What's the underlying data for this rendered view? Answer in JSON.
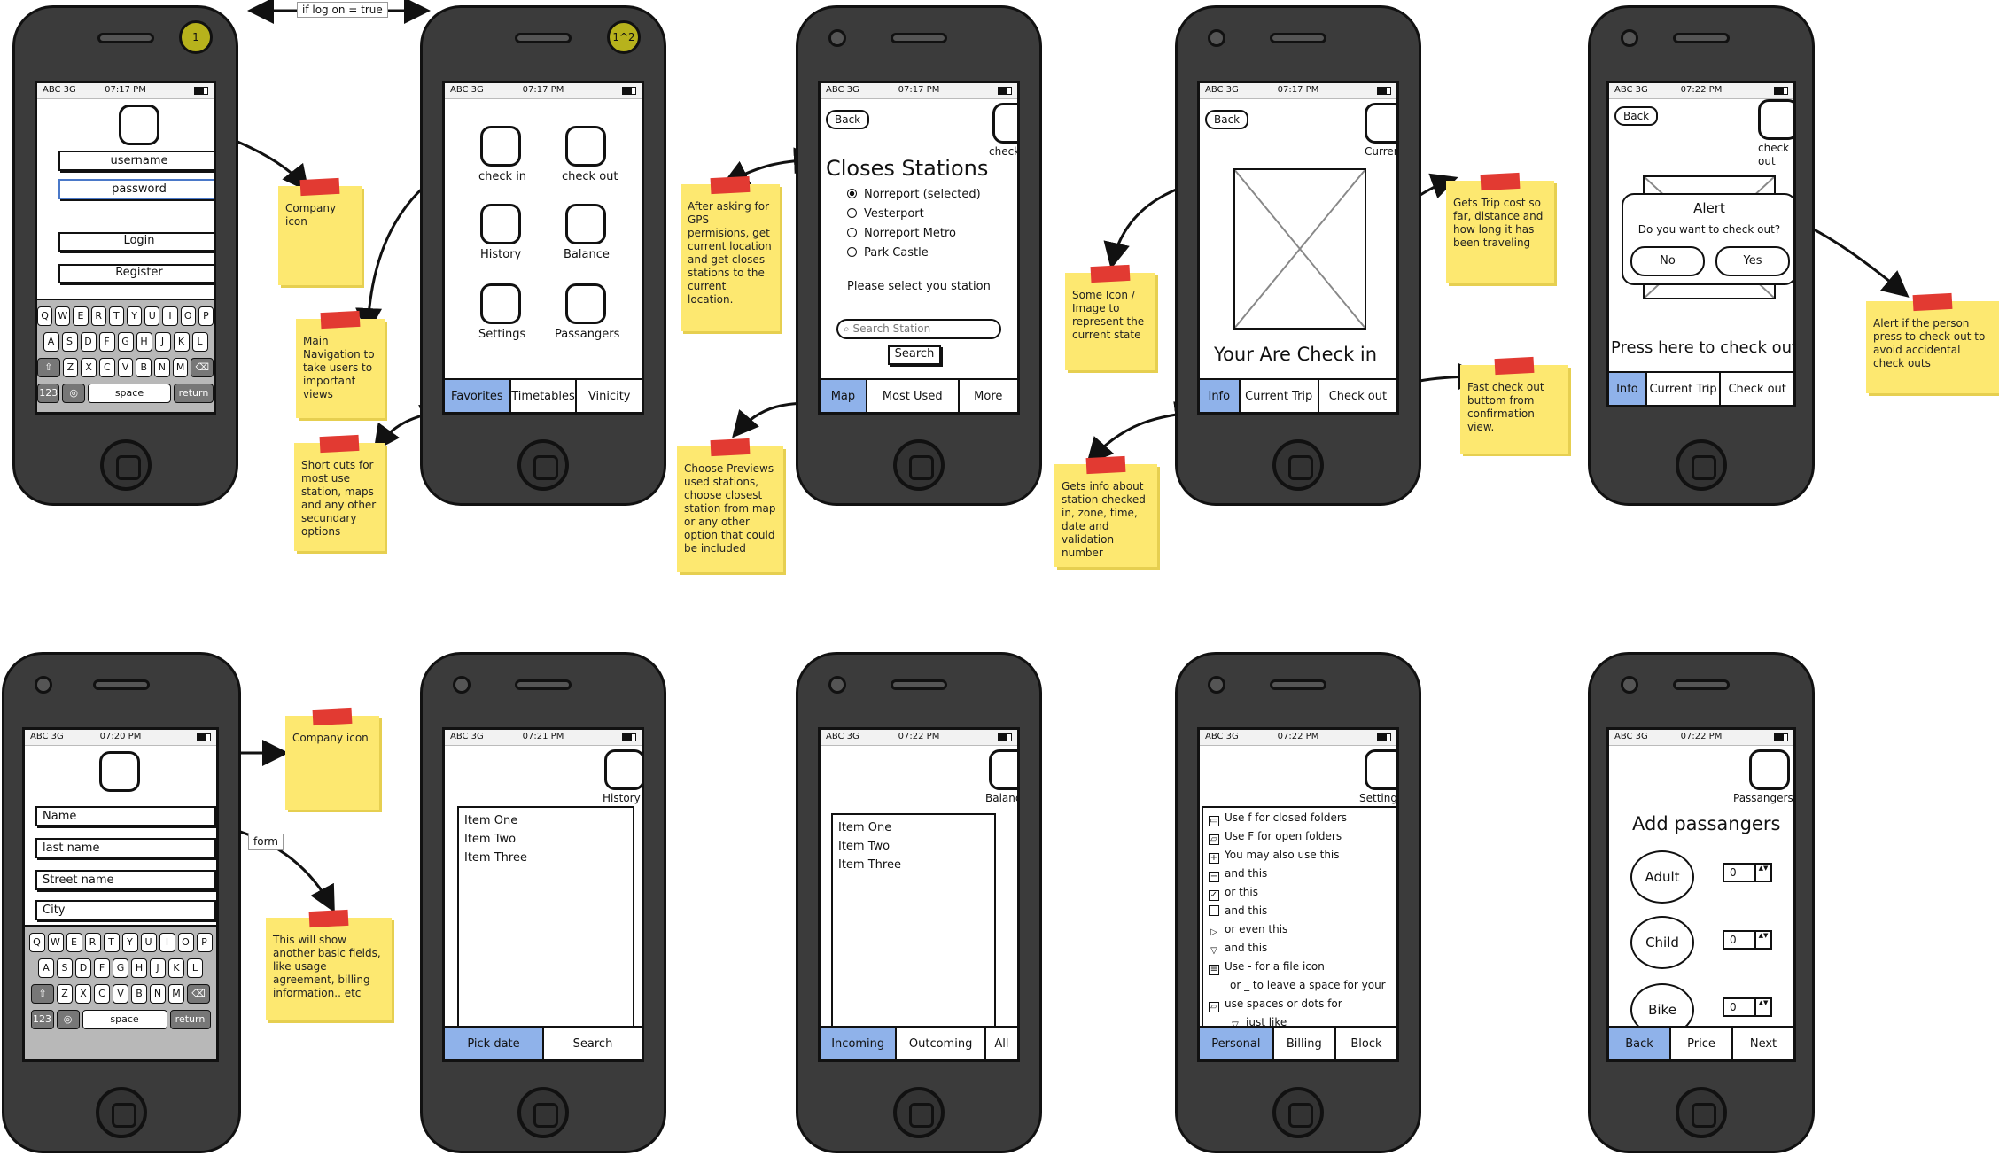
{
  "status": {
    "carrier": "ABC 3G",
    "time_a": "07:17 PM",
    "time_b": "07:20 PM",
    "time_c": "07:21 PM",
    "time_d": "07:22 PM"
  },
  "badges": {
    "one": "1",
    "one_two": "1^2"
  },
  "flow_tag": "if log on = true",
  "form_tag": "form",
  "login": {
    "username": "username",
    "password": "password",
    "login": "Login",
    "register": "Register"
  },
  "keyboard": {
    "row1": [
      "Q",
      "W",
      "E",
      "R",
      "T",
      "Y",
      "U",
      "I",
      "O",
      "P"
    ],
    "row2": [
      "A",
      "S",
      "D",
      "F",
      "G",
      "H",
      "J",
      "K",
      "L"
    ],
    "row3": [
      "Z",
      "X",
      "C",
      "V",
      "B",
      "N",
      "M"
    ],
    "num": "123",
    "space": "space",
    "ret": "return"
  },
  "menu": {
    "checkin": "check in",
    "checkout": "check out",
    "history": "History",
    "balance": "Balance",
    "settings": "Settings",
    "passengers": "Passangers",
    "tabs": [
      "Favorites",
      "Timetables",
      "Vinicity"
    ]
  },
  "stations": {
    "back": "Back",
    "icon_label": "check in",
    "title": "Closes Stations",
    "options": [
      "Norreport (selected)",
      "Vesterport",
      "Norreport Metro",
      "Park Castle"
    ],
    "prompt": "Please select you station",
    "search_ph": "Search Station",
    "search_btn": "Search",
    "tabs": [
      "Map",
      "Most Used",
      "More"
    ]
  },
  "current": {
    "back": "Back",
    "icon_label": "Current",
    "title": "Your Are Check in",
    "tabs": [
      "Info",
      "Current Trip",
      "Check out"
    ]
  },
  "checkout": {
    "back": "Back",
    "icon_label": "check out",
    "alert_title": "Alert",
    "alert_msg": "Do you want to check out?",
    "no": "No",
    "yes": "Yes",
    "press": "Press here to check out",
    "tabs": [
      "Info",
      "Current Trip",
      "Check out"
    ]
  },
  "register": {
    "name": "Name",
    "last": "last name",
    "street": "Street name",
    "city": "City"
  },
  "history": {
    "icon_label": "History",
    "items": [
      "Item One",
      "Item Two",
      "Item Three"
    ],
    "tabs": [
      "Pick date",
      "Search"
    ]
  },
  "balance": {
    "icon_label": "Balance",
    "items": [
      "Item One",
      "Item Two",
      "Item Three"
    ],
    "tabs": [
      "Incoming",
      "Outcoming",
      "All"
    ]
  },
  "settings": {
    "icon_label": "Settings",
    "rows": [
      {
        "icon": "▭",
        "text": "Use f for closed folders"
      },
      {
        "icon": "▱",
        "text": "Use F for open folders"
      },
      {
        "icon": "+",
        "text": "You may also use this"
      },
      {
        "icon": "−",
        "text": "and this"
      },
      {
        "icon": "✓",
        "text": "or this"
      },
      {
        "icon": " ",
        "text": "and this"
      },
      {
        "icon": "▷",
        "text": "or even this"
      },
      {
        "icon": "▽",
        "text": "and this"
      },
      {
        "icon": "≡",
        "text": "Use - for a file icon"
      },
      {
        "icon": "",
        "text": "or _ to leave a space for your"
      },
      {
        "icon": "▱",
        "text": "use spaces or dots for"
      },
      {
        "icon": "▽",
        "text": "just like"
      }
    ],
    "tabs": [
      "Personal",
      "Billing",
      "Block"
    ]
  },
  "passengers": {
    "icon_label": "Passangers",
    "title": "Add passangers",
    "adult": "Adult",
    "child": "Child",
    "bike": "Bike",
    "adult_n": "0",
    "child_n": "0",
    "bike_n": "0",
    "tabs": [
      "Back",
      "Price",
      "Next"
    ]
  },
  "notes": {
    "n1": "Company icon",
    "n2": "Main Navigation to take users to important views",
    "n3": "Short cuts for most use station, maps and any other secundary options",
    "n4": "After asking for GPS permisions, get current location and get closes stations to the current location.",
    "n5": "Choose Previews used stations, choose closest station from map or any other option that could be included",
    "n6": "Some Icon / Image to represent the current state",
    "n7": "Gets info about station checked in, zone, time, date and validation number",
    "n8": "Gets Trip cost so far, distance and how long it has been traveling",
    "n9": "Fast check out buttom from confirmation view.",
    "n10": "Alert if the person press to check out to avoid accidental check outs",
    "n11": "Company icon",
    "n12": "This will show another basic fields, like usage agreement, billing information.. etc"
  }
}
